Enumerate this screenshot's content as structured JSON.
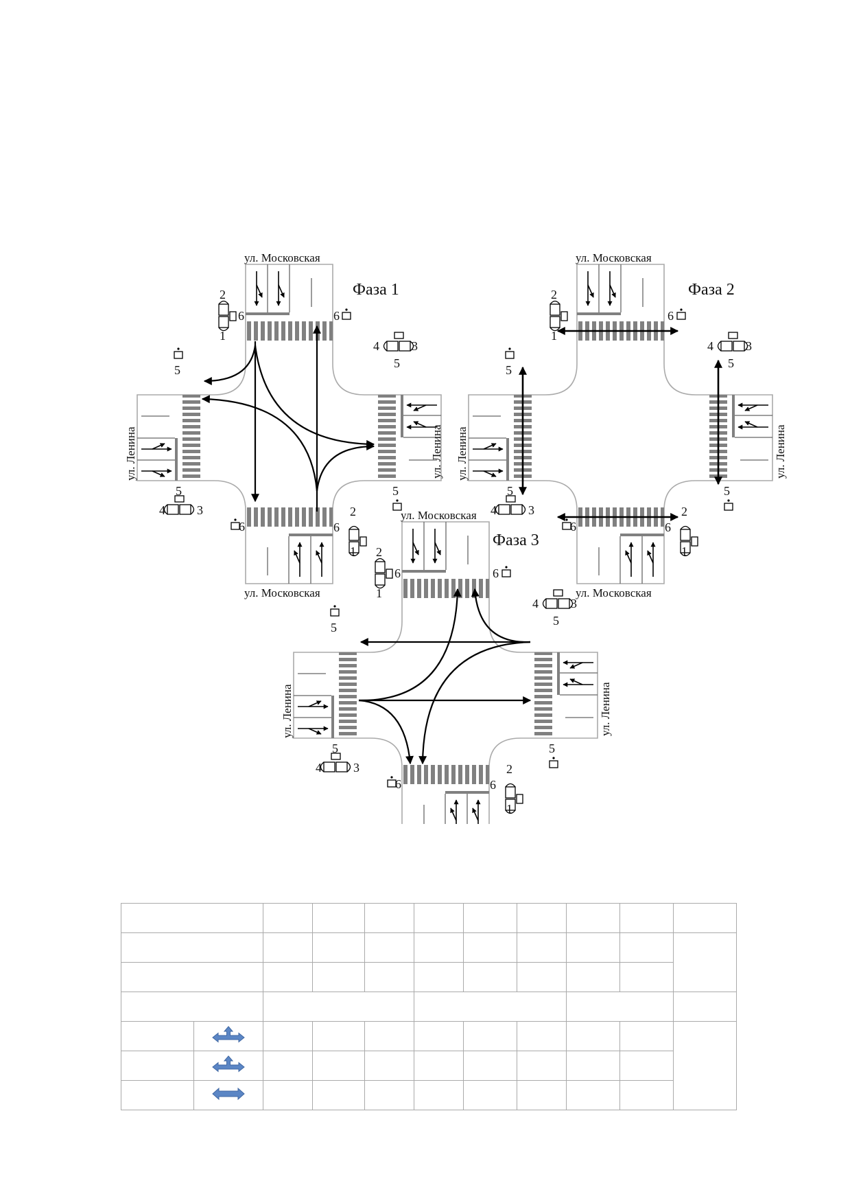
{
  "labels": {
    "street_moscow": "ул. Московская",
    "street_lenin": "ул. Ленина",
    "phase1": "Фаза 1",
    "phase2": "Фаза 2",
    "phase3": "Фаза 3",
    "n1": "1",
    "n2": "2",
    "n3": "3",
    "n4": "4",
    "n5": "5",
    "n6": "6"
  },
  "table": {
    "icons": [
      "straight-left-right-arrow-icon",
      "straight-left-right-arrow-icon",
      "left-right-arrow-icon"
    ],
    "icon_color": "#5b86c5"
  },
  "colors": {
    "road_edge": "#aaaaaa",
    "marking": "#808080",
    "arrow": "#000000"
  }
}
